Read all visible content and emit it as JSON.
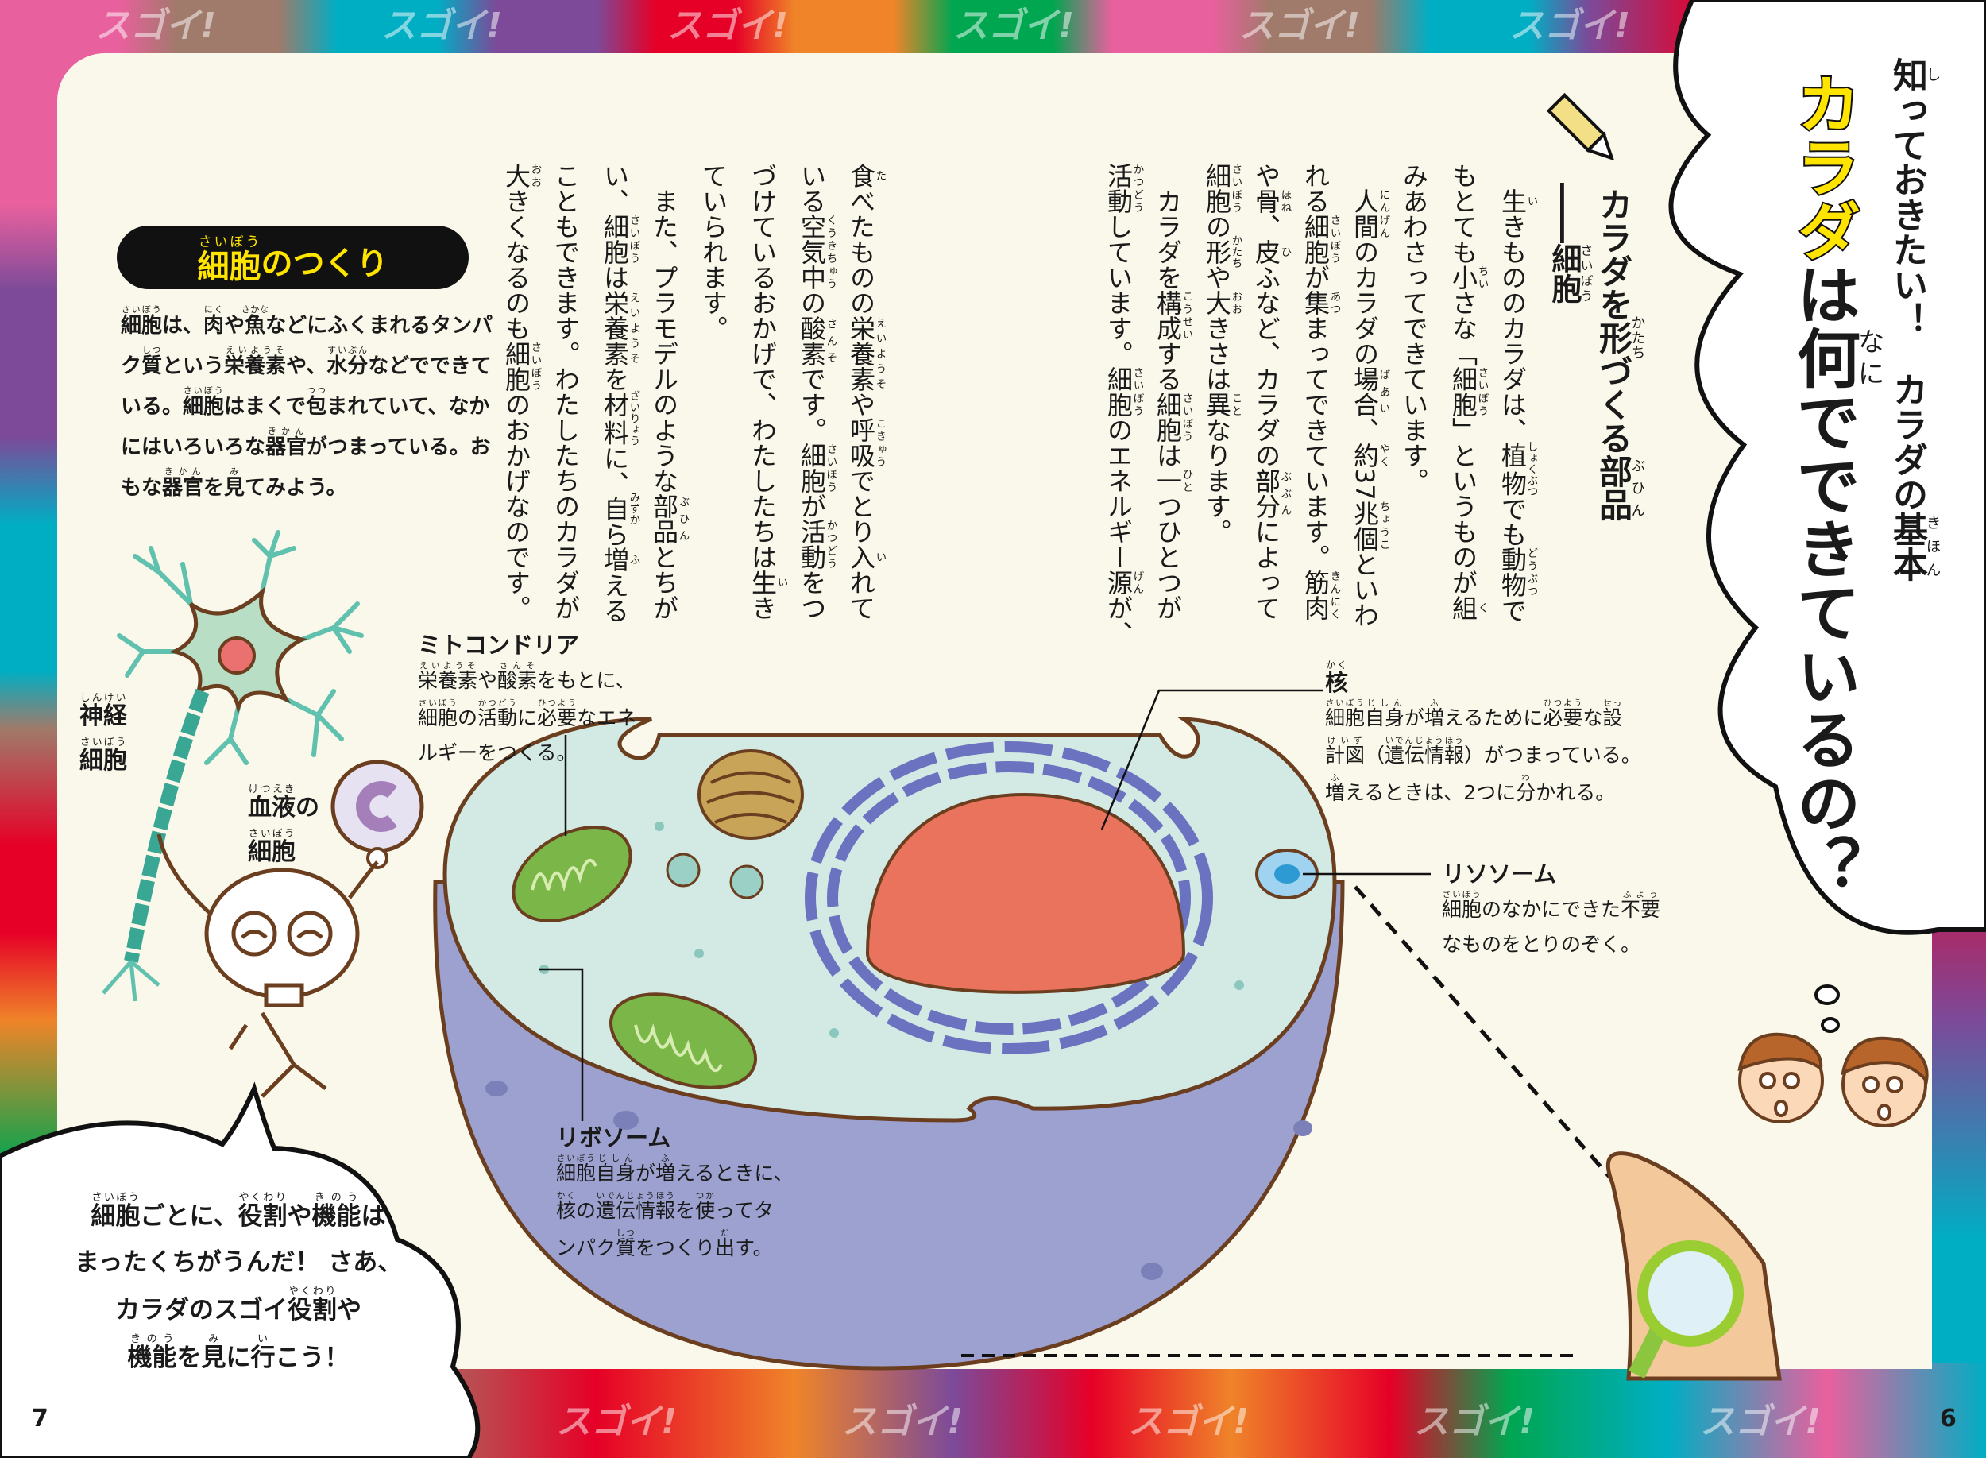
{
  "colors": {
    "pink": "#e9609e",
    "brown": "#a07a6a",
    "cyan": "#00aec4",
    "purple": "#7c4a99",
    "red": "#e60027",
    "orange": "#ef8429",
    "green": "#00a650",
    "panel": "#faf8ea",
    "title_yellow": "#ffe400"
  },
  "border_pattern_text": "スゴイ!",
  "title": {
    "subtitle": [
      [
        "知",
        "し"
      ],
      "っておきたい！　カラダの",
      [
        "基本",
        "きほん"
      ]
    ],
    "main_highlight": "カラダ",
    "main_rest": [
      "は",
      [
        "何",
        "なに"
      ],
      "でできているの？"
    ]
  },
  "section": {
    "heading": [
      "カラダを",
      [
        "形",
        "かたち"
      ],
      "づくる",
      [
        "部品",
        "ぶひん"
      ]
    ],
    "subheading": [
      "――",
      [
        "細胞",
        "さいぼう"
      ]
    ]
  },
  "body": {
    "right_columns": [
      [
        [
          "生",
          "い"
        ],
        "きもののカラダは、",
        [
          "植物",
          "しょくぶつ"
        ],
        "でも",
        [
          "動物",
          "どうぶつ"
        ],
        "で"
      ],
      [
        "もとても",
        [
          "小",
          "ちい"
        ],
        "さな「",
        [
          "細胞",
          "さいぼう"
        ],
        "」というものが",
        [
          "組",
          "く"
        ]
      ],
      [
        "みあわさってできています。"
      ],
      [
        [
          "人間",
          "にんげん"
        ],
        "のカラダの",
        [
          "場合",
          "ばあい"
        ],
        "、",
        [
          "約",
          "やく"
        ],
        "37",
        [
          "兆個",
          "ちょうこ"
        ],
        "といわ"
      ],
      [
        "れる",
        [
          "細胞",
          "さいぼう"
        ],
        "が",
        [
          "集",
          "あつ"
        ],
        "まってできています。",
        [
          "筋肉",
          "きんにく"
        ]
      ],
      [
        "や",
        [
          "骨",
          "ほね"
        ],
        "、",
        [
          "皮",
          "ひ"
        ],
        "ふなど、カラダの",
        [
          "部分",
          "ぶぶん"
        ],
        "によって"
      ],
      [
        [
          "細胞",
          "さいぼう"
        ],
        "の",
        [
          "形",
          "かたち"
        ],
        "や",
        [
          "大",
          "おお"
        ],
        "きさは",
        [
          "異",
          "こと"
        ],
        "なります。"
      ],
      [
        "カラダを",
        [
          "構成",
          "こうせい"
        ],
        "する",
        [
          "細胞",
          "さいぼう"
        ],
        "は",
        [
          "一",
          "ひと"
        ],
        "つひとつが"
      ],
      [
        [
          "活動",
          "かつどう"
        ],
        "しています。",
        [
          "細胞",
          "さいぼう"
        ],
        "のエネルギー",
        [
          "源",
          "げん"
        ],
        "が、"
      ]
    ],
    "left_columns": [
      [
        [
          "食",
          "た"
        ],
        "べたものの",
        [
          "栄養素",
          "えいようそ"
        ],
        "や",
        [
          "呼吸",
          "こきゅう"
        ],
        "でとり",
        [
          "入",
          "い"
        ],
        "れて"
      ],
      [
        "いる",
        [
          "空気中",
          "くうきちゅう"
        ],
        "の",
        [
          "酸素",
          "さんそ"
        ],
        "です。",
        [
          "細胞",
          "さいぼう"
        ],
        "が",
        [
          "活動",
          "かつどう"
        ],
        "をつ"
      ],
      [
        "づけているおかげで、わたしたちは",
        [
          "生",
          "い"
        ],
        "き"
      ],
      [
        "ていられます。"
      ],
      [
        "また、プラモデルのような",
        [
          "部品",
          "ぶひん"
        ],
        "とちが"
      ],
      [
        "い、",
        [
          "細胞",
          "さいぼう"
        ],
        "は",
        [
          "栄養素",
          "えいようそ"
        ],
        "を",
        [
          "材料",
          "ざいりょう"
        ],
        "に、",
        [
          "自",
          "みずか"
        ],
        "ら",
        [
          "増",
          "ふ"
        ],
        "える"
      ],
      [
        "こともできます。わたしたちのカラダが"
      ],
      [
        [
          "大",
          "おお"
        ],
        "きくなるのも",
        [
          "細胞",
          "さいぼう"
        ],
        "のおかげなのです。"
      ]
    ]
  },
  "structure_box": {
    "title": [
      [
        "細胞",
        "さいぼう"
      ],
      "のつくり"
    ],
    "lines": [
      [
        [
          "細胞",
          "さいぼう"
        ],
        "は、",
        [
          "肉",
          "にく"
        ],
        "や",
        [
          "魚",
          "さかな"
        ],
        "などにふくまれるタンパ"
      ],
      [
        "ク",
        [
          "質",
          "しつ"
        ],
        "という",
        [
          "栄養素",
          "えいようそ"
        ],
        "や、",
        [
          "水分",
          "すいぶん"
        ],
        "などでできて"
      ],
      [
        "いる。",
        [
          "細胞",
          "さいぼう"
        ],
        "はまくで",
        [
          "包",
          "つつ"
        ],
        "まれていて、なか"
      ],
      [
        "にはいろいろな",
        [
          "器官",
          "きかん"
        ],
        "がつまっている。お"
      ],
      [
        "もな",
        [
          "器官",
          "きかん"
        ],
        "を",
        [
          "見",
          "み"
        ],
        "てみよう。"
      ]
    ]
  },
  "examples": {
    "nerve": [
      [
        [
          "神経",
          "しんけい"
        ]
      ],
      [
        [
          "細胞",
          "さいぼう"
        ]
      ]
    ],
    "blood": [
      [
        [
          "血液",
          "けつえき"
        ],
        "の"
      ],
      [
        [
          "細胞",
          "さいぼう"
        ]
      ]
    ]
  },
  "organelles": {
    "mitochondria": {
      "title": [
        "ミトコンドリア"
      ],
      "lines": [
        [
          [
            "栄養素",
            "えいようそ"
          ],
          "や",
          [
            "酸素",
            "さんそ"
          ],
          "をもとに、"
        ],
        [
          [
            "細胞",
            "さいぼう"
          ],
          "の",
          [
            "活動",
            "かつどう"
          ],
          "に",
          [
            "必要",
            "ひつよう"
          ],
          "なエネ"
        ],
        [
          "ルギーをつくる。"
        ]
      ]
    },
    "nucleus": {
      "title": [
        [
          "核",
          "かく"
        ]
      ],
      "lines": [
        [
          [
            "細胞",
            "さいぼう"
          ],
          [
            "自身",
            "じしん"
          ],
          "が",
          [
            "増",
            "ふ"
          ],
          "えるために",
          [
            "必要",
            "ひつよう"
          ],
          "な",
          [
            "設",
            "せっ"
          ]
        ],
        [
          [
            "計図",
            "けいず"
          ],
          "（",
          [
            "遺伝情報",
            "いでんじょうほう"
          ],
          "）がつまっている。"
        ],
        [
          [
            "増",
            "ふ"
          ],
          "えるときは、2つに",
          [
            "分",
            "わ"
          ],
          "かれる。"
        ]
      ]
    },
    "lysosome": {
      "title": [
        "リソソーム"
      ],
      "lines": [
        [
          [
            "細胞",
            "さいぼう"
          ],
          "のなかにできた",
          [
            "不要",
            "ふよう"
          ]
        ],
        [
          "なものをとりのぞく。"
        ]
      ]
    },
    "ribosome": {
      "title": [
        "リボソーム"
      ],
      "lines": [
        [
          [
            "細胞",
            "さいぼう"
          ],
          [
            "自身",
            "じしん"
          ],
          "が",
          [
            "増",
            "ふ"
          ],
          "えるときに、"
        ],
        [
          [
            "核",
            "かく"
          ],
          "の",
          [
            "遺伝情報",
            "いでんじょうほう"
          ],
          "を",
          [
            "使",
            "つか"
          ],
          "ってタ"
        ],
        [
          "ンパク",
          [
            "質",
            "しつ"
          ],
          "をつくり",
          [
            "出",
            "だ"
          ],
          "す。"
        ]
      ]
    }
  },
  "bubble": {
    "lines": [
      [
        [
          "細胞",
          "さいぼう"
        ],
        "ごとに、",
        [
          "役割",
          "やくわり"
        ],
        "や",
        [
          "機能",
          "きのう"
        ],
        "は"
      ],
      [
        "まったくちがうんだ！ さあ、"
      ],
      [
        "カラダのスゴイ",
        [
          "役割",
          "やくわり"
        ],
        "や"
      ],
      [
        [
          "機能",
          "きのう"
        ],
        "を",
        [
          "見",
          "み"
        ],
        "に",
        [
          "行",
          "い"
        ],
        "こう！"
      ]
    ]
  },
  "page_numbers": {
    "left": "7",
    "right": "6"
  }
}
